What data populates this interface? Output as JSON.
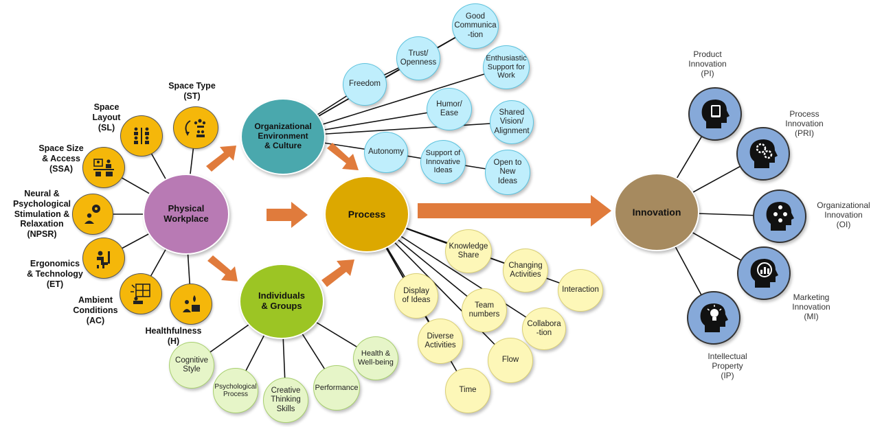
{
  "main_nodes": {
    "physical_workplace": "Physical\nWorkplace",
    "organizational_environment": "Organizational\nEnvironment\n& Culture",
    "process": "Process",
    "individuals_groups": "Individuals\n& Groups",
    "innovation": "Innovation"
  },
  "workplace_factors": {
    "space_type": "Space Type\n(ST)",
    "space_layout": "Space\nLayout\n(SL)",
    "space_size_access": "Space Size\n& Access\n(SSA)",
    "neural_psychological": "Neural &\nPsychological\nStimulation &\nRelaxation\n(NPSR)",
    "ergonomics": "Ergonomics\n& Technology\n(ET)",
    "ambient_conditions": "Ambient\nConditions\n(AC)",
    "healthfulness": "Healthfulness\n(H)"
  },
  "org_factors": {
    "freedom": "Freedom",
    "trust": "Trust/\nOpenness",
    "good_communication": "Good\nCommunica\n-tion",
    "enthusiastic_support": "Enthusiastic\nSupport for\nWork",
    "humor": "Humor/\nEase",
    "shared_vision": "Shared\nVision/\nAlignment",
    "autonomy": "Autonomy",
    "support_innovative": "Support of\nInnovative\nIdeas",
    "open_new_ideas": "Open to\nNew\nIdeas"
  },
  "process_factors": {
    "knowledge_share": "Knowledge\nShare",
    "changing_activities": "Changing\nActivities",
    "interaction": "Interaction",
    "display_ideas": "Display\nof Ideas",
    "team_numbers": "Team\nnumbers",
    "collaboration": "Collabora\n-tion",
    "diverse_activities": "Diverse\nActivities",
    "flow": "Flow",
    "time": "Time"
  },
  "individual_factors": {
    "cognitive_style": "Cognitive\nStyle",
    "psychological_process": "Psychological\nProcess",
    "creative_thinking": "Creative\nThinking\nSkills",
    "performance": "Performance",
    "health_wellbeing": "Health &\nWell-being"
  },
  "innovation_types": {
    "product": "Product\nInnovation\n(PI)",
    "process": "Process\nInnovation\n(PRI)",
    "organizational": "Organizational\nInnovation\n(OI)",
    "marketing": "Marketing\nInnovation\n(MI)",
    "intellectual_property": "Intellectual\nProperty\n(IP)"
  },
  "icons": {
    "space_type": "team-meeting-icon",
    "space_layout": "desk-layout-icon",
    "space_size_access": "office-space-icon",
    "neural_psychological": "person-thought-icon",
    "ergonomics": "workstation-icon",
    "ambient_conditions": "window-light-icon",
    "healthfulness": "healthy-worker-icon",
    "product": "head-tablet-icon",
    "process": "head-gears-icon",
    "organizational": "head-hierarchy-icon",
    "marketing": "head-chart-icon",
    "intellectual_property": "head-lightbulb-icon"
  },
  "colors": {
    "physical_workplace": "#b87ab4",
    "organizational_environment": "#4aa8ad",
    "process": "#dca800",
    "individuals_groups": "#9cc524",
    "innovation": "#a68a5f",
    "arrow": "#e07b3c",
    "workplace_icon_bg": "#f5b70a",
    "innovation_icon_bg": "#86a9d9"
  }
}
